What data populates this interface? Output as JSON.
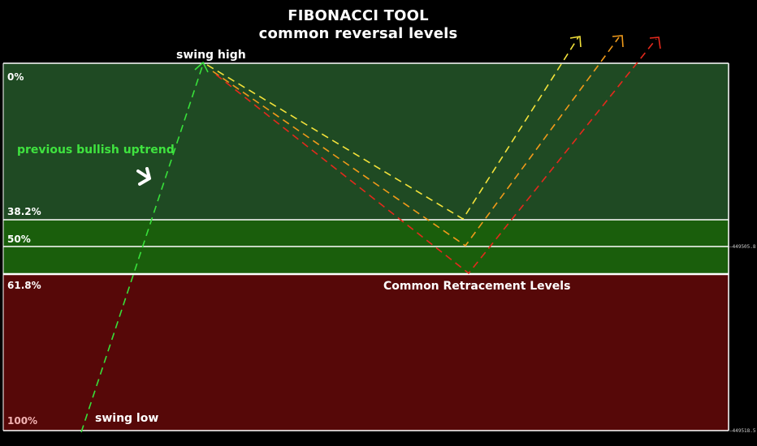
{
  "title": "FIBONACCI TOOL",
  "subtitle": "common reversal levels",
  "levels": [
    {
      "label": "0%",
      "price_label": ""
    },
    {
      "label": "38.2%",
      "price_label": ""
    },
    {
      "label": "50%",
      "price_label": "—449505.8"
    },
    {
      "label": "61.8%",
      "price_label": ""
    },
    {
      "label": "100%",
      "price_label": "—449518.5"
    }
  ],
  "annotations": {
    "swing_high": "swing high",
    "swing_low": "swing low",
    "previous_trend": "previous bullish uptrend",
    "retracement": "Common Retracement Levels"
  },
  "colors": {
    "zone_0_382": "#1f4a23",
    "zone_382_618": "#1a5e0c",
    "zone_618_100": "#560808",
    "uptrend": "#38e03a",
    "path_38_2": "#f3e23a",
    "path_50": "#f09a1a",
    "path_61_8": "#e4291c",
    "previous_trend_text": "#3fe33f"
  },
  "chart_data": {
    "type": "fibonacci-retracement",
    "title": "FIBONACCI TOOL",
    "subtitle": "common reversal levels",
    "levels": [
      0,
      38.2,
      50,
      61.8,
      100
    ],
    "paths": [
      {
        "retracement": 38.2,
        "color": "yellow"
      },
      {
        "retracement": 50,
        "color": "orange"
      },
      {
        "retracement": 61.8,
        "color": "red"
      }
    ],
    "grid": false
  }
}
